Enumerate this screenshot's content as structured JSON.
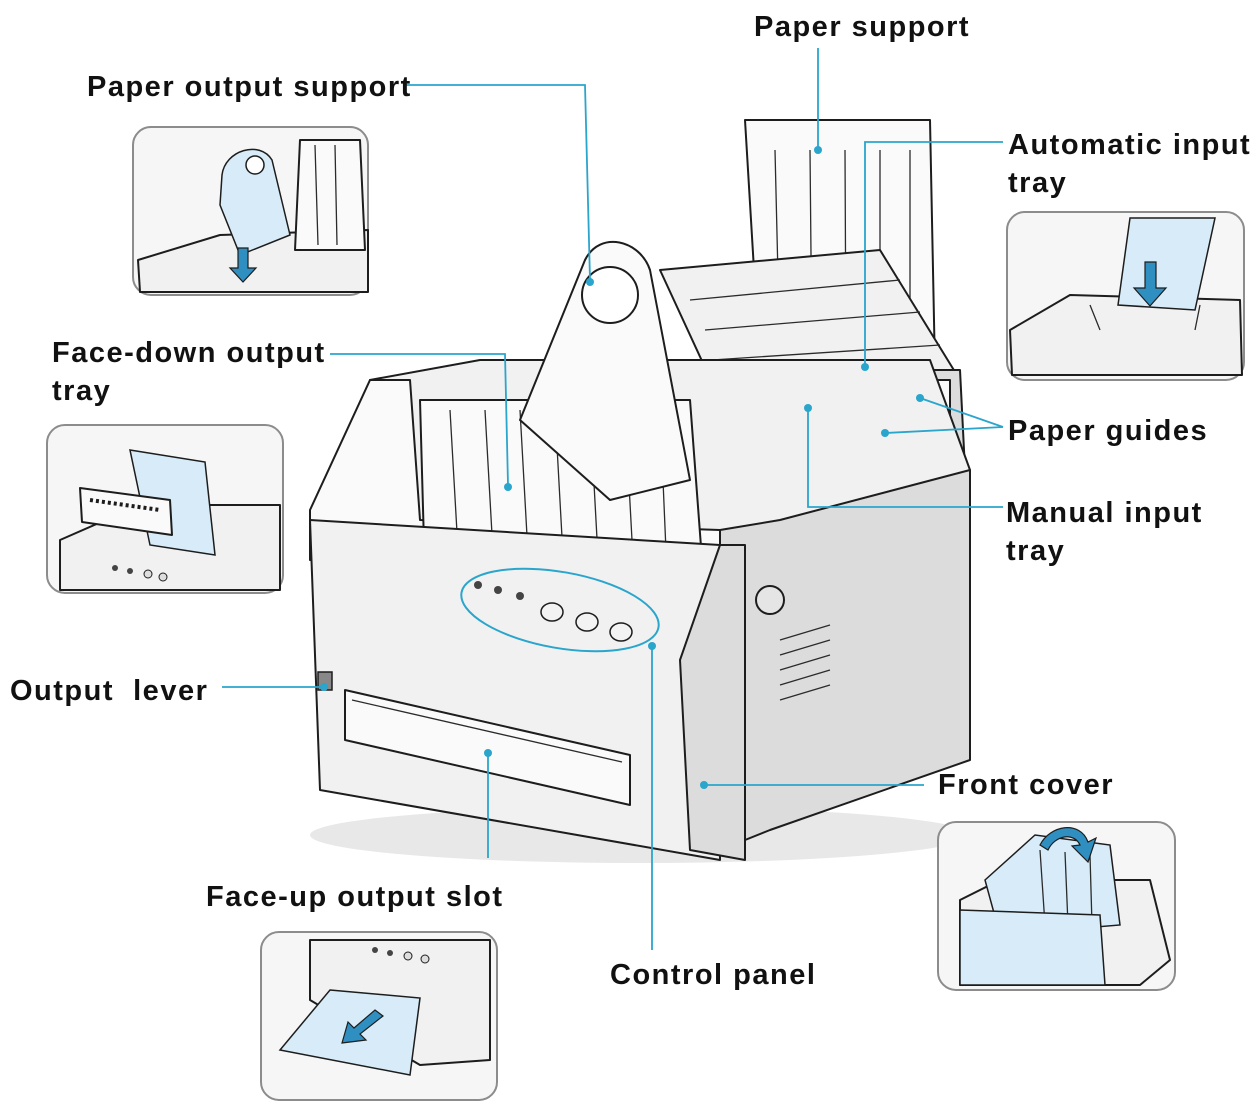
{
  "labels": {
    "paper_support": "Paper support",
    "paper_output_support": "Paper output support",
    "automatic_input_tray_line1": "Automatic input",
    "automatic_input_tray_line2": "tray",
    "face_down_output_tray_line1": "Face-down output",
    "face_down_output_tray_line2": "tray",
    "paper_guides": "Paper guides",
    "manual_input_tray_line1": "Manual input",
    "manual_input_tray_line2": "tray",
    "output_lever": "Output  lever",
    "front_cover": "Front cover",
    "face_up_output_slot": "Face-up output slot",
    "control_panel": "Control panel"
  },
  "colors": {
    "leader_line": "#2aa5cc",
    "label_text": "#111111",
    "paper_tint": "#d7ecf8",
    "arrow": "#2f8fc0"
  },
  "icons": {
    "printer": "laser-printer-illustration",
    "insets": [
      "paper-output-support-inset",
      "automatic-input-tray-inset",
      "face-down-output-tray-inset",
      "front-cover-inset",
      "face-up-output-slot-inset"
    ]
  }
}
